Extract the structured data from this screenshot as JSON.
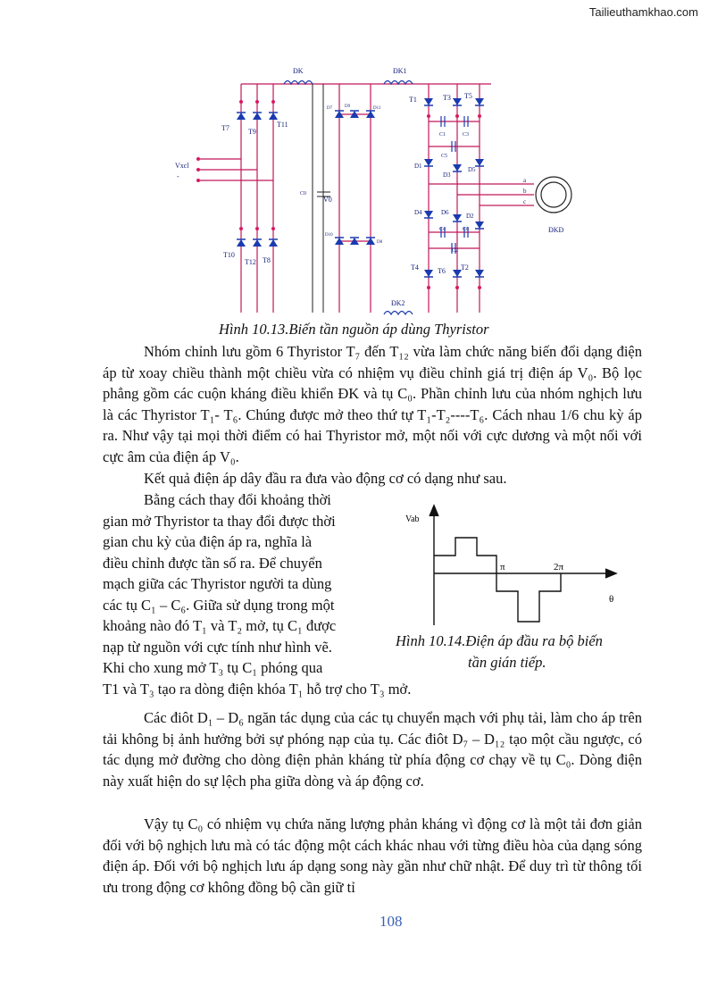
{
  "watermark": "Tailieuthamkhao.com",
  "figure1": {
    "caption": "Hình 10.13.Biến tần nguồn áp dùng Thyristor",
    "labels": {
      "dk": "ĐK",
      "dk1": "ĐK1",
      "dk2": "ĐK2",
      "dkd": "ĐKĐ",
      "vxc": "Vxcl",
      "dash": "-",
      "c0": "C0",
      "v0": "V0",
      "t1": "T1",
      "t3": "T3",
      "t5": "T5",
      "t4": "T4",
      "t6": "T6",
      "t2": "T2",
      "t7": "T7",
      "t9": "T9",
      "t11": "T11",
      "t10": "T10",
      "t12": "T12",
      "t8": "T8",
      "d1": "D1",
      "d3": "D3",
      "d5": "D5",
      "d4": "D4",
      "d6": "D6",
      "d2": "D2",
      "d7": "D7",
      "d9": "D9",
      "d11": "D11",
      "d10": "D10",
      "d8": "D8",
      "c1": "C1",
      "c3": "C3",
      "c5": "C5",
      "c4": "C4",
      "c6": "C6",
      "c2": "C2",
      "a": "a",
      "b": "b",
      "c": "c"
    }
  },
  "figure2": {
    "ylabel": "Vab",
    "pi": "π",
    "two_pi": "2π",
    "theta": "θ",
    "caption_line1": "Hình 10.14.Điện áp đầu ra bộ biến",
    "caption_line2": "tần gián tiếp."
  },
  "p1": "Nhóm chỉnh lưu gồm 6 Thyristor T₇ đến T₁₂ vừa làm chức năng biến đổi dạng điện áp từ xoay chiều thành một chiều vừa có nhiệm vụ điều chỉnh giá trị điện áp V₀. Bộ lọc phẳng gồm các cuộn kháng điều khiển ĐK và tụ C₀. Phần chỉnh lưu của nhóm nghịch lưu là các Thyristor T₁- T₆. Chúng được mở theo thứ tự T₁-T₂----T₆. Cách nhau 1/6 chu kỳ áp ra. Như vậy tại mọi thời điểm có hai Thyristor mở, một nối với cực dương và một nối với cực âm của điện áp V₀.",
  "p2": "Kết quả điện áp dây đầu ra đưa vào động cơ có dạng như sau.",
  "p3_lines": [
    "Bằng cách thay đổi khoảng thời",
    "gian mở Thyristor ta thay đổi được thời",
    "gian chu kỳ của điện áp ra, nghĩa là",
    "điều chỉnh được tần số ra. Để chuyển",
    "mạch giữa các Thyristor người ta dùng",
    "các tụ C₁ – C₆. Giữa sử dụng trong một",
    "khoảng nào đó T₁ và T₂ mở, tụ C₁ được",
    "nạp từ nguồn với cực tính như hình vẽ.",
    "Khi cho xung mở T₃ tụ  C₁ phóng qua"
  ],
  "p3_last": "T1 và T₃ tạo ra dòng điện khóa T₁ hỗ trợ cho T₃ mở.",
  "p4": "Các điôt D₁ – D₆ ngăn tác dụng của các tụ chuyển mạch với phụ tải, làm cho áp trên tải không bị ảnh hưởng bởi sự phóng nạp của tụ. Các điôt D₇ – D₁₂ tạo một cầu ngược, có tác dụng mở đường cho dòng điện phản kháng từ phía động cơ chạy về tụ C₀. Dòng điện này xuất hiện do sự lệch pha giữa dòng và áp động cơ.",
  "p5": "Vậy tụ C₀ có nhiệm vụ chứa năng lượng phản kháng vì động cơ là một tải đơn giản đối với bộ nghịch lưu mà có tác động một cách khác nhau với từng điều hòa của dạng sóng điện áp. Đối với bộ nghịch lưu áp dạng song này gần như chữ nhật. Để duy trì từ thông tối ưu trong động cơ không đồng bộ cần giữ tỉ",
  "page_number": "108"
}
